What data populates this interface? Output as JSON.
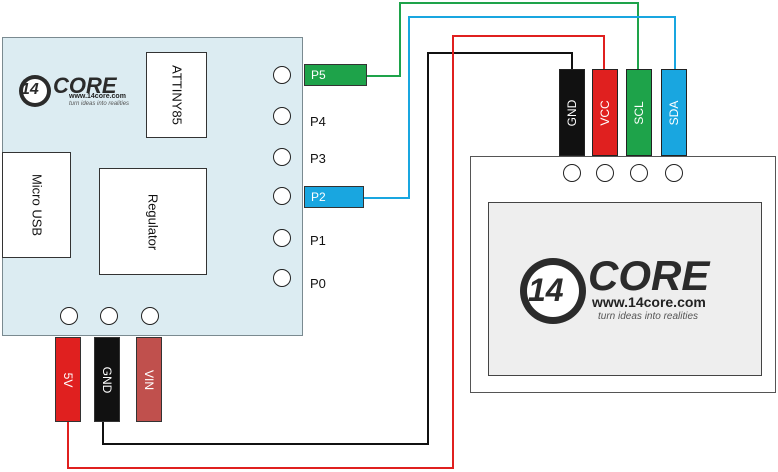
{
  "board": {
    "logo": {
      "number": "14",
      "word": "CORE",
      "url": "www.14core.com",
      "tagline": "turn ideas into realities"
    },
    "chip_label": "ATTINY85",
    "usb_label": "Micro USB",
    "regulator_label": "Regulator",
    "pins": [
      "P5",
      "P4",
      "P3",
      "P2",
      "P1",
      "P0"
    ],
    "power_pins": [
      "5V",
      "GND",
      "VIN"
    ]
  },
  "oled": {
    "pins": [
      "GND",
      "VCC",
      "SCL",
      "SDA"
    ],
    "logo": {
      "number": "14",
      "word": "CORE",
      "url": "www.14core.com",
      "tagline": "turn ideas into realities"
    }
  },
  "colors": {
    "board": "#dcecf2",
    "wire_green": "#1ea34a",
    "wire_blue": "#19a6e0",
    "wire_red": "#e0201f",
    "wire_black": "#111111",
    "vin": "#c0504d",
    "logo_red": "#d9322b"
  }
}
